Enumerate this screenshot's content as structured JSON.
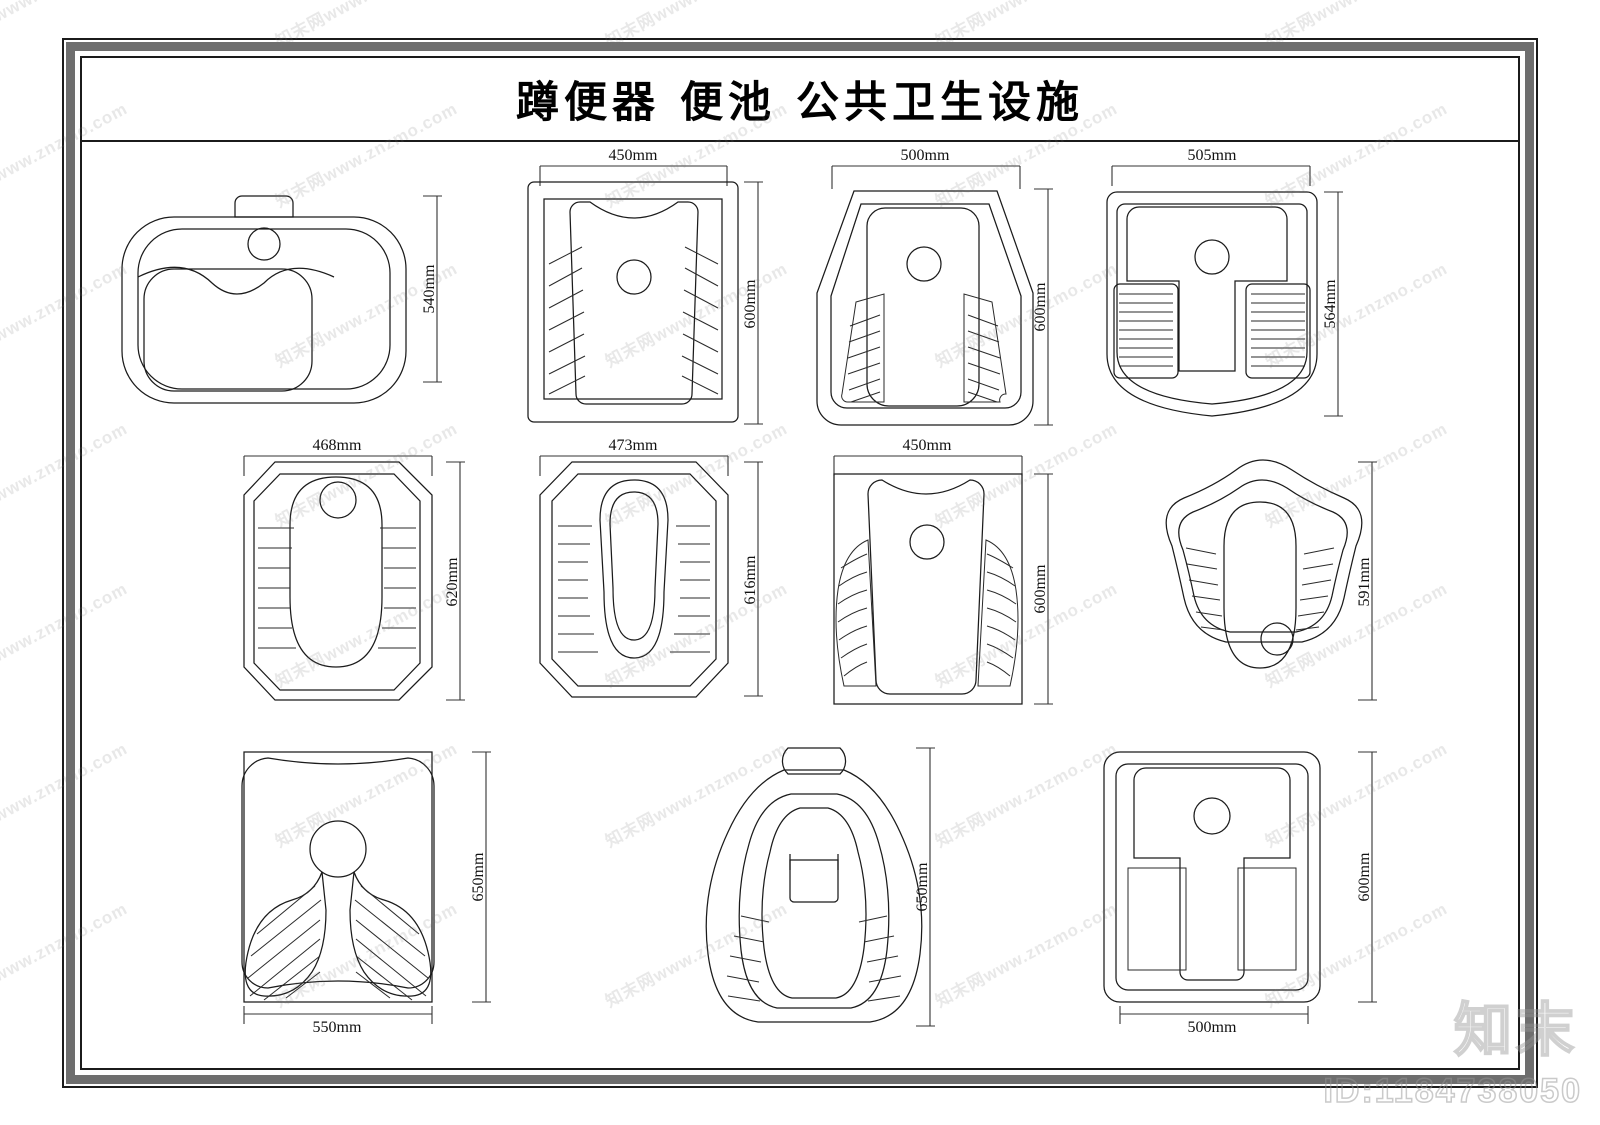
{
  "document": {
    "title": "蹲便器 便池 公共卫生设施",
    "sheet_type": "CAD drawing sheet"
  },
  "watermark": {
    "site_text": "知末网www.znzmo.com",
    "logo_text": "知末",
    "id_text": "ID:1184738050"
  },
  "units": "mm",
  "figures": [
    {
      "key": "fig1",
      "name": "squat-pan-rounded-square",
      "row": 1,
      "col": 1,
      "width_label": "",
      "height_label": "540mm",
      "description": "Rounded square squat pan with rear flush inlet"
    },
    {
      "key": "fig2",
      "name": "squat-pan-rect-angled-ribs",
      "row": 1,
      "col": 2,
      "width_label": "450mm",
      "height_label": "600mm",
      "description": "Rectangular pan with angled ribbed footrests"
    },
    {
      "key": "fig3",
      "name": "squat-pan-trapezoid-slanted-pads",
      "row": 1,
      "col": 3,
      "width_label": "500mm",
      "height_label": "600mm",
      "description": "Trapezoidal pan with slanted ribbed foot pads"
    },
    {
      "key": "fig4",
      "name": "squat-pan-t-shape-side-pads",
      "row": 1,
      "col": 4,
      "width_label": "505mm",
      "height_label": "564mm",
      "description": "T-shaped pan with horizontal ribbed side pads"
    },
    {
      "key": "fig5",
      "name": "squat-pan-octagon-horizontal-ribs",
      "row": 2,
      "col": 1,
      "width_label": "468mm",
      "height_label": "620mm",
      "description": "Octagonal pan with horizontal ribs"
    },
    {
      "key": "fig6",
      "name": "squat-pan-octagon-teardrop-bowl",
      "row": 2,
      "col": 2,
      "width_label": "473mm",
      "height_label": "616mm",
      "description": "Octagonal pan with teardrop bowl and short ribs"
    },
    {
      "key": "fig7",
      "name": "squat-pan-rect-curved-ribs",
      "row": 2,
      "col": 3,
      "width_label": "450mm",
      "height_label": "600mm",
      "description": "Rectangular pan with curved ribbed pads"
    },
    {
      "key": "fig8",
      "name": "squat-pan-wing-shape",
      "row": 2,
      "col": 4,
      "width_label": "",
      "height_label": "591mm",
      "description": "Wing shaped pan with slanted ribs and front drain"
    },
    {
      "key": "fig9",
      "name": "squat-pan-hatched-footpads",
      "row": 3,
      "col": 1,
      "width_label": "550mm",
      "height_label": "650mm",
      "description": "Pan with diagonally hatched anti-slip footpads"
    },
    {
      "key": "fig10",
      "name": "squat-pan-egg-shape-drain-cover",
      "row": 3,
      "col": 2,
      "width_label": "",
      "height_label": "650mm",
      "description": "Egg shaped pan with rectangular drain cover"
    },
    {
      "key": "fig11",
      "name": "squat-pan-square-t-bowl",
      "row": 3,
      "col": 4,
      "width_label": "500mm",
      "height_label": "600mm",
      "description": "Square pan with T shaped bowl recess"
    }
  ]
}
